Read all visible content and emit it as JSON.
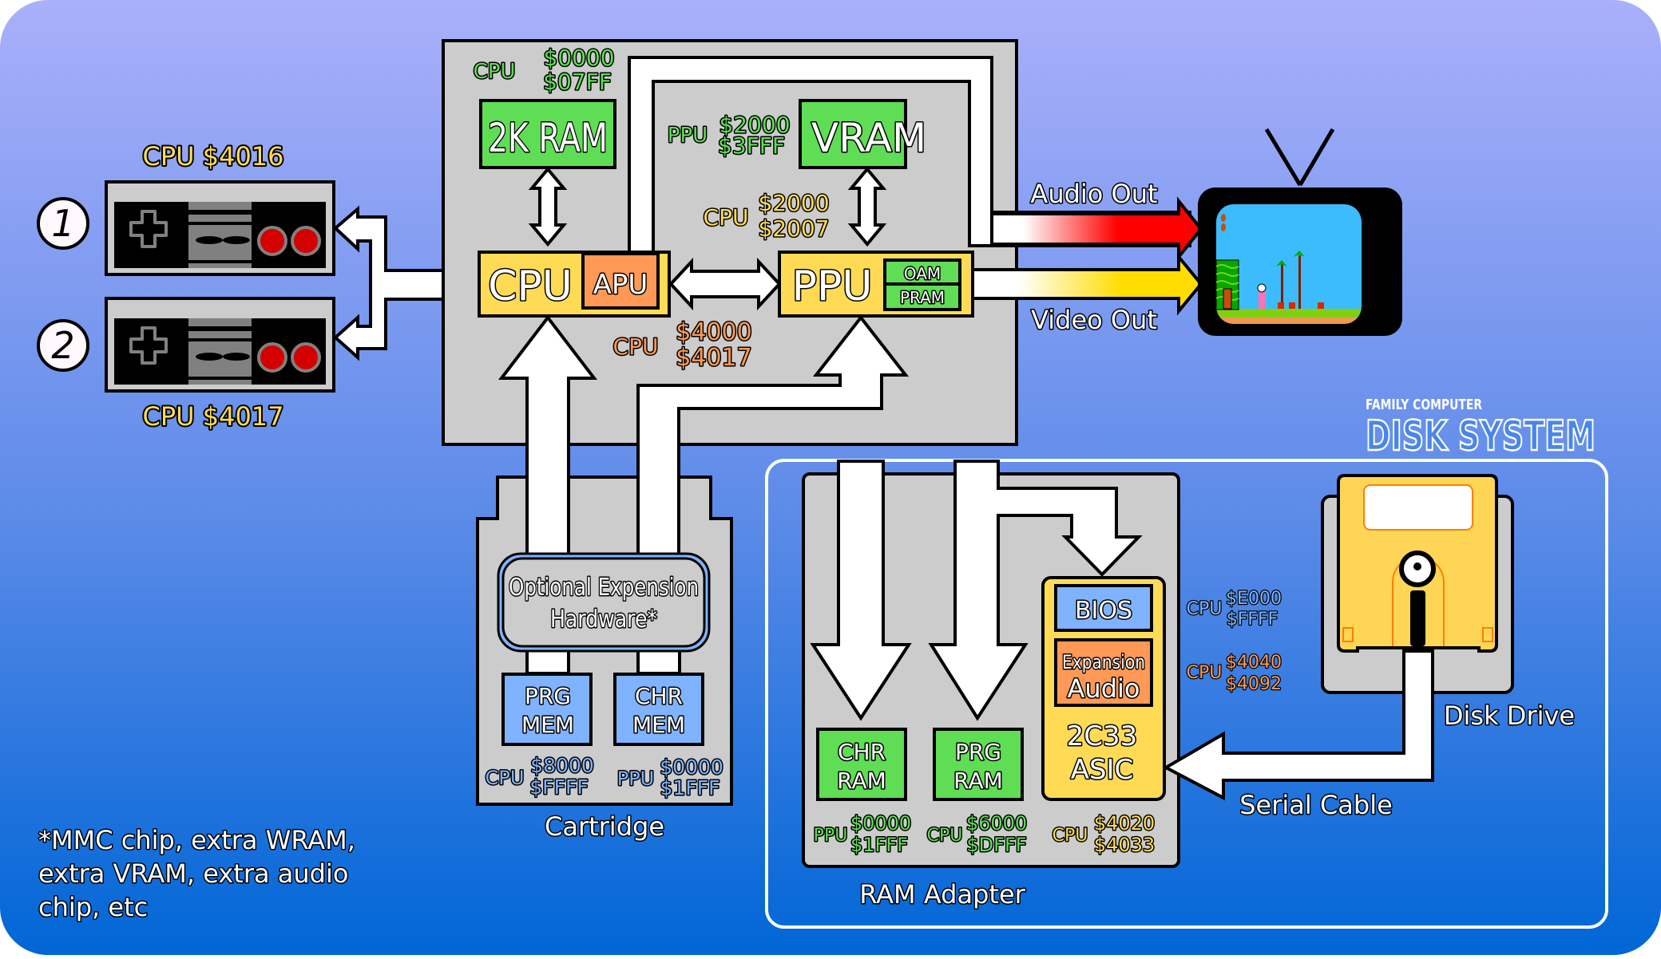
{
  "diagram": {
    "title": "NES / Famicom hardware block diagram",
    "colors": {
      "bg_top": "#aab0fa",
      "bg_bottom": "#0066d6",
      "box_gray": "#cccccc",
      "ram_green": "#5fdd55",
      "cpu_yellow": "#ffdb55",
      "apu_orange": "#ff9955",
      "mem_blue": "#80b3ff",
      "addr_green": "#5fdd55",
      "addr_yellow": "#ffdb55",
      "addr_orange": "#ff9955",
      "addr_blue": "#80b3ff",
      "audio_red": "#ff0000",
      "video_yellow": "#ffdd00",
      "controller_red": "#d40000"
    },
    "controllers": {
      "c1_label": "1",
      "c2_label": "2",
      "c1_addr": "CPU $4016",
      "c2_addr": "CPU $4017"
    },
    "console": {
      "ram": {
        "label": "2K RAM",
        "bus": "CPU",
        "addr_start": "$0000",
        "addr_end": "$07FF"
      },
      "vram": {
        "label": "VRAM",
        "bus": "PPU",
        "addr_start": "$2000",
        "addr_end": "$3FFF"
      },
      "cpu": {
        "label": "CPU",
        "apu_label": "APU",
        "bus": "CPU",
        "addr_start": "$4000",
        "addr_end": "$4017"
      },
      "ppu": {
        "label": "PPU",
        "oam_label": "OAM",
        "pram_label": "PRAM",
        "bus": "CPU",
        "addr_start": "$2000",
        "addr_end": "$2007"
      }
    },
    "outputs": {
      "audio_label": "Audio Out",
      "video_label": "Video Out"
    },
    "cartridge": {
      "label": "Cartridge",
      "expansion_line1": "Optional Expension",
      "expansion_line2": "Hardware*",
      "prg": {
        "line1": "PRG",
        "line2": "MEM",
        "bus": "CPU",
        "addr_start": "$8000",
        "addr_end": "$FFFF"
      },
      "chr": {
        "line1": "CHR",
        "line2": "MEM",
        "bus": "PPU",
        "addr_start": "$0000",
        "addr_end": "$1FFF"
      }
    },
    "footnote": {
      "line1": "*MMC chip, extra WRAM,",
      "line2": "extra VRAM, extra audio",
      "line3": "chip, etc"
    },
    "disk_system": {
      "logo_top": "FAMILY COMPUTER",
      "logo_main": "DISK SYSTEM",
      "ram_adapter_label": "RAM Adapter",
      "chr_ram": {
        "line1": "CHR",
        "line2": "RAM",
        "bus": "PPU",
        "addr_start": "$0000",
        "addr_end": "$1FFF"
      },
      "prg_ram": {
        "line1": "PRG",
        "line2": "RAM",
        "bus": "CPU",
        "addr_start": "$6000",
        "addr_end": "$DFFF"
      },
      "asic": {
        "line1": "2C33",
        "line2": "ASIC",
        "bus": "CPU",
        "addr_start": "$4020",
        "addr_end": "$4033"
      },
      "bios": {
        "label": "BIOS",
        "bus": "CPU",
        "addr_start": "$E000",
        "addr_end": "$FFFF"
      },
      "exp_audio": {
        "line1": "Expansion",
        "line2": "Audio",
        "bus": "CPU",
        "addr_start": "$4040",
        "addr_end": "$4092"
      },
      "disk_drive_label": "Disk Drive",
      "serial_cable_label": "Serial Cable"
    }
  }
}
